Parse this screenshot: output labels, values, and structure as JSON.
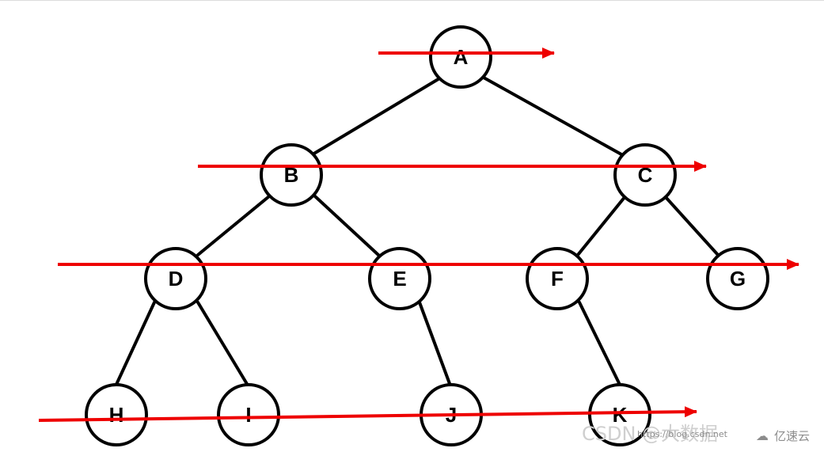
{
  "nodes": [
    "A",
    "B",
    "C",
    "D",
    "E",
    "F",
    "G",
    "H",
    "I",
    "J",
    "K"
  ],
  "edges": [
    [
      "A",
      "B"
    ],
    [
      "A",
      "C"
    ],
    [
      "B",
      "D"
    ],
    [
      "B",
      "E"
    ],
    [
      "C",
      "F"
    ],
    [
      "C",
      "G"
    ],
    [
      "D",
      "H"
    ],
    [
      "D",
      "I"
    ],
    [
      "E",
      "J"
    ],
    [
      "F",
      "K"
    ]
  ],
  "watermark": {
    "csdn": "CSDN @大数据",
    "blog": "https://blog.csdn.net",
    "brand": "亿速云"
  }
}
